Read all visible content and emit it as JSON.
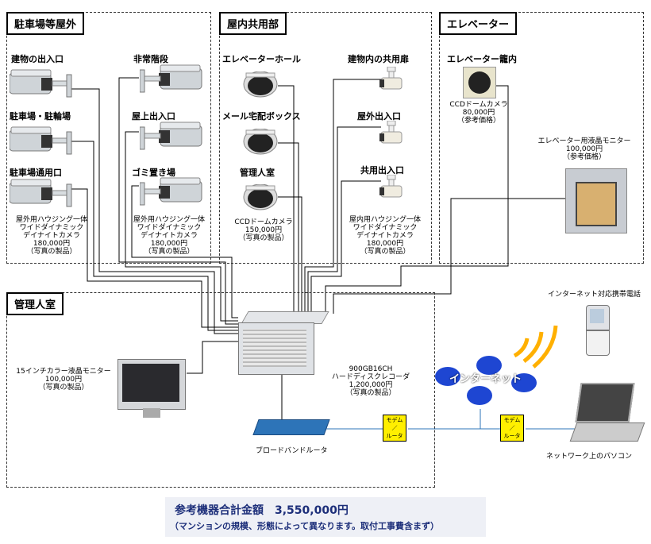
{
  "zones": {
    "parking": "駐車場等屋外",
    "indoor": "屋内共用部",
    "elevator": "エレベーター",
    "office": "管理人室"
  },
  "parking": {
    "cam1": "建物の出入口",
    "cam2": "駐車場・駐輪場",
    "cam3": "駐車場通用口",
    "cam4": "非常階段",
    "cam5": "屋上出入口",
    "cam6": "ゴミ置き場",
    "spec_left": [
      "屋外用ハウジング一体",
      "ワイドダイナミック",
      "デイナイトカメラ",
      "180,000円",
      "（写真の製品）"
    ],
    "spec_right": [
      "屋外用ハウジング一体",
      "ワイドダイナミック",
      "デイナイトカメラ",
      "180,000円",
      "（写真の製品）"
    ]
  },
  "indoor": {
    "dome1": "エレベーターホール",
    "dome2": "メール宅配ボックス",
    "dome3": "管理人室",
    "box1": "建物内の共用扉",
    "box2": "屋外出入口",
    "box3": "共用出入口",
    "dome_spec": [
      "CCDドームカメラ",
      "150,000円",
      "（写真の製品）"
    ],
    "box_spec": [
      "屋内用ハウジング一体",
      "ワイドダイナミック",
      "デイナイトカメラ",
      "180,000円",
      "（写真の製品）"
    ]
  },
  "elevator": {
    "cam": "エレベーター籠内",
    "cam_spec": [
      "CCDドームカメラ",
      "80,000円",
      "（参考価格）"
    ],
    "monitor_spec": [
      "エレベーター用液晶モニター",
      "100,000円",
      "（参考価格）"
    ]
  },
  "office": {
    "monitor_spec": [
      "15インチカラー液晶モニター",
      "100,000円",
      "（写真の製品）"
    ],
    "recorder_spec": [
      "900GB16CH",
      "ハードディスクレコーダ",
      "1,200,000円",
      "（写真の製品）"
    ],
    "router": "ブロードバンドルータ"
  },
  "network": {
    "internet": "インターネット",
    "phone": "インターネット対応携帯電話",
    "pc": "ネットワーク上のパソコン",
    "modem1": [
      "モデム",
      "／",
      "ルータ"
    ],
    "modem2": [
      "モデム",
      "／",
      "ルータ"
    ]
  },
  "cost": {
    "total": "参考機器合計金額　3,550,000円",
    "note": "（マンションの規模、形態によって異なります。取付工事費含まず）"
  },
  "colors": {
    "modem": "#ffef00",
    "internet": "#1e46d2",
    "router": "#2d74b8",
    "cost_text": "#1d2f7a"
  }
}
